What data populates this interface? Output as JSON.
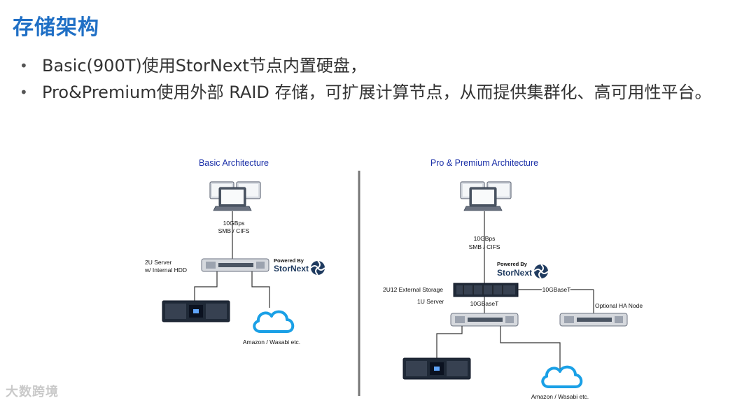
{
  "page": {
    "title": "存储架构",
    "bullets": [
      "Basic(900T)使用StorNext节点内置硬盘，",
      "Pro&Premium使用外部 RAID 存储，可扩展计算节点，从而提供集群化、高可用性平台。"
    ]
  },
  "basic": {
    "heading": "Basic Architecture",
    "link_speed": "10GBps",
    "link_protocol": "SMB / CIFS",
    "server_label_line1": "2U Server",
    "server_label_line2": "w/ Internal HDD",
    "powered_by": "Powered By",
    "brand": "StorNext",
    "cloud_label": "Amazon / Wasabi etc."
  },
  "pro": {
    "heading": "Pro & Premium Architecture",
    "link_speed": "10GBps",
    "link_protocol": "SMB / CIFS",
    "powered_by": "Powered By",
    "brand": "StorNext",
    "storage_label": "2U12 External Storage",
    "server_label": "1U Server",
    "link_10gbaset_a": "10GBaseT",
    "link_10gbaset_b": "10GBaseT",
    "ha_label": "Optional HA Node",
    "cloud_label": "Amazon / Wasabi etc."
  },
  "watermark": "大数跨境",
  "colors": {
    "title": "#1f6fc5",
    "heading": "#1a2fa8",
    "cloud": "#1aa0e6",
    "divider": "#777777"
  }
}
